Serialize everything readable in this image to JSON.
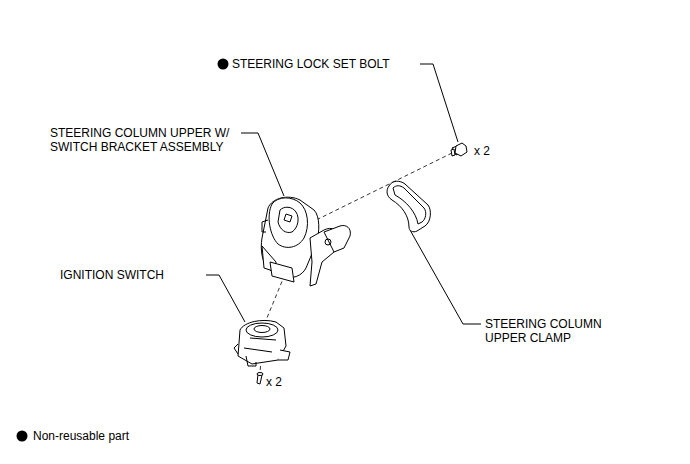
{
  "diagram": {
    "labels": [
      "STEERING LOCK SET BOLT",
      "x 2",
      "STEERING COLUMN UPPER W/ SWITCH BRACKET ASSEMBLY",
      "IGNITION SWITCH",
      "x 2",
      "STEERING COLUMN UPPER CLAMP"
    ],
    "legend": [
      {
        "text": "Non-reusable part"
      }
    ]
  }
}
